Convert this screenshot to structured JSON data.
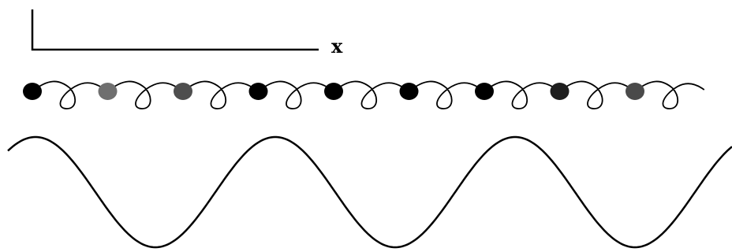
{
  "diagram": {
    "axis_label": "x",
    "atom_count": 9,
    "atom_colors": [
      "#000000",
      "#6f6f6f",
      "#4e4e4e",
      "#000000",
      "#000000",
      "#000000",
      "#000000",
      "#1e1e1e",
      "#4a4a4a"
    ],
    "line_color": "#000000",
    "wave_periods": 3
  }
}
